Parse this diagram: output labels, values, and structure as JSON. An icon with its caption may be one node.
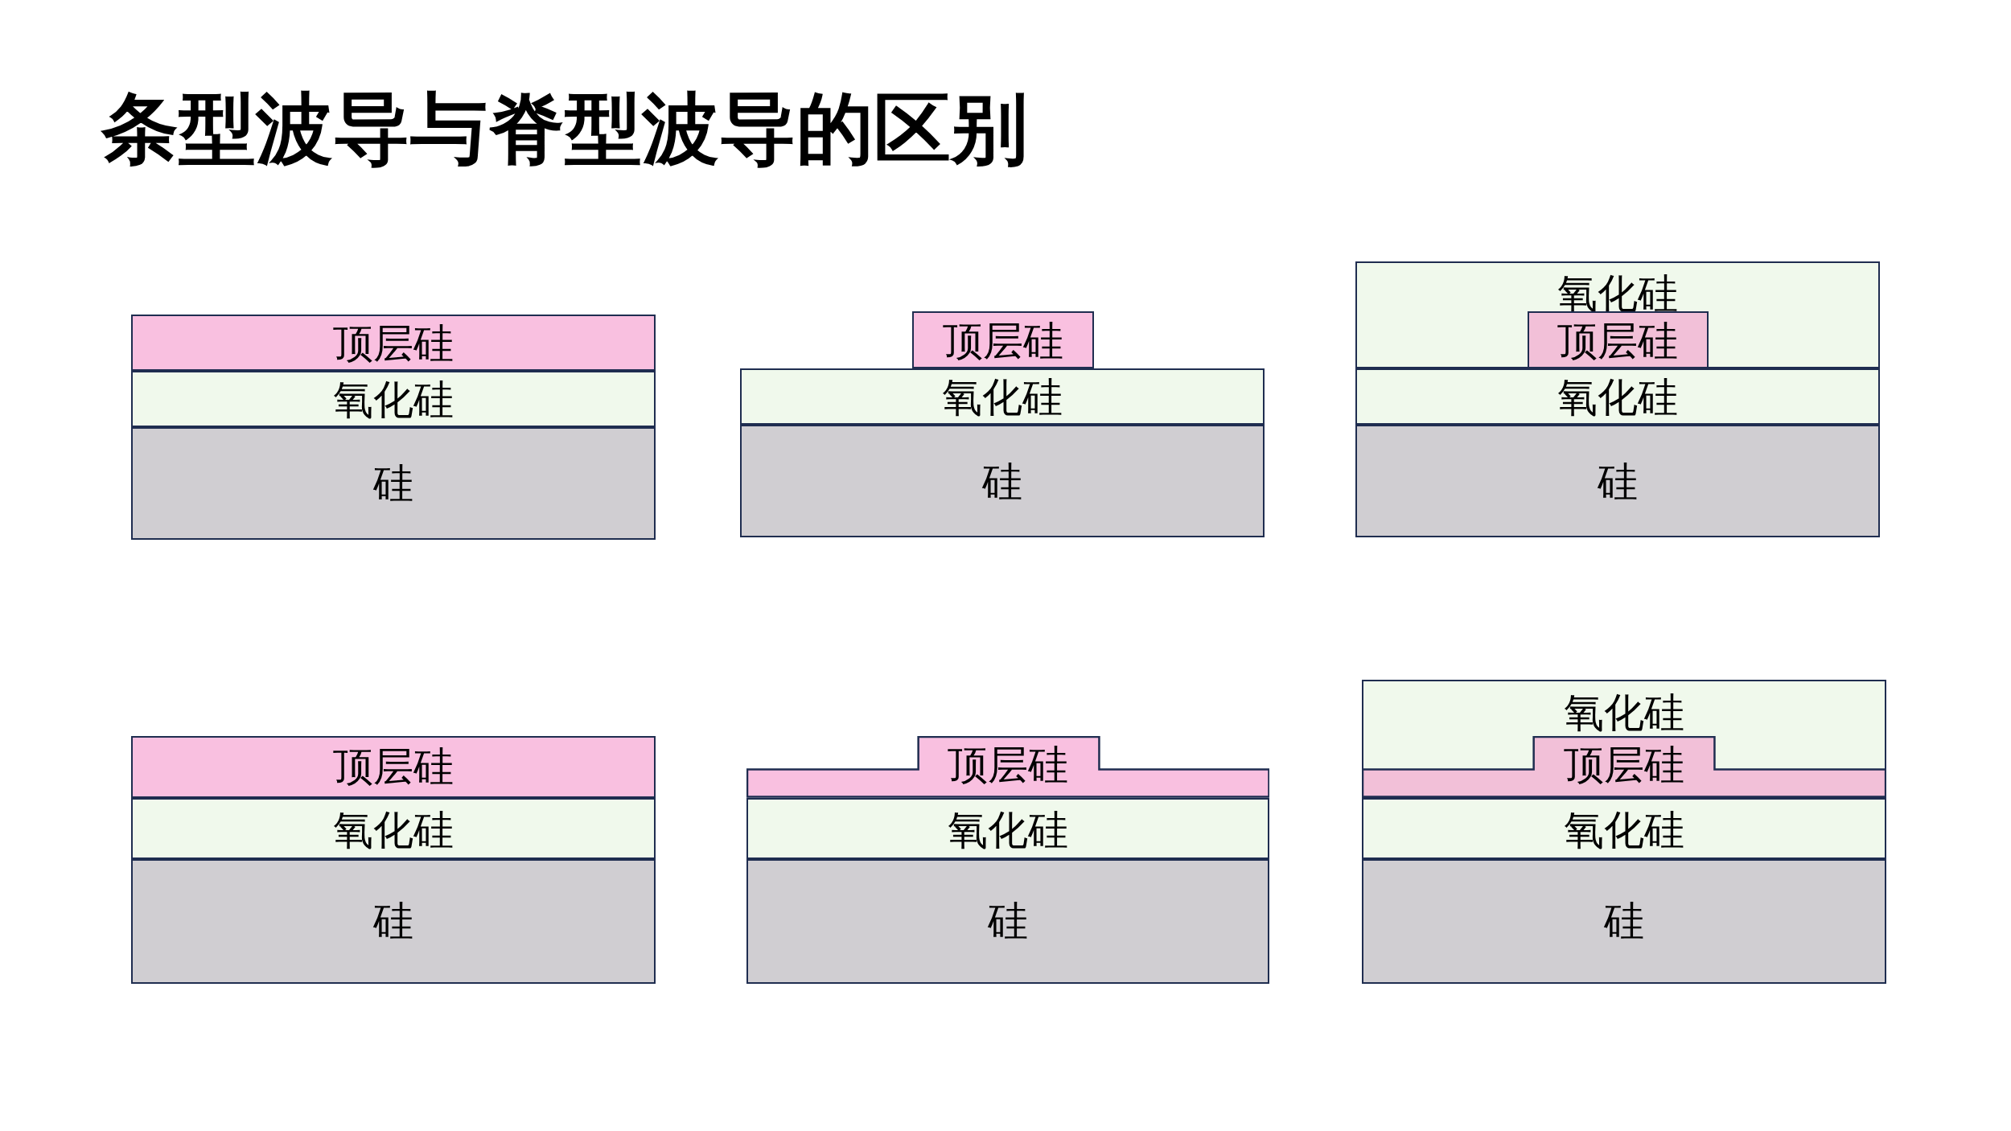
{
  "diagram": {
    "title": "条型波导与脊型波导的区别",
    "nodes": [
      {
        "text": [
          "顶层硅"
        ]
      },
      {
        "text": [
          "氧化硅"
        ]
      },
      {
        "text": [
          "硅"
        ]
      },
      {
        "text": [
          "顶层硅"
        ]
      },
      {
        "text": [
          "氧化硅"
        ]
      },
      {
        "text": [
          "硅"
        ]
      },
      {
        "text": [
          "氧化硅"
        ]
      },
      {
        "text": [
          "顶层硅"
        ],
        "in": 6
      },
      {
        "text": [
          "氧化硅"
        ]
      },
      {
        "text": [
          "硅"
        ]
      },
      {
        "text": [
          "顶层硅"
        ]
      },
      {
        "text": [
          "氧化硅"
        ]
      },
      {
        "text": [
          "硅"
        ]
      },
      {
        "text": [
          "顶层硅"
        ]
      },
      {
        "text": [
          "氧化硅"
        ]
      },
      {
        "text": [
          "硅"
        ]
      },
      {
        "text": [
          "氧化硅"
        ]
      },
      {
        "text": [
          "顶层硅"
        ],
        "in": 16
      },
      {
        "text": [
          "氧化硅"
        ]
      },
      {
        "text": [
          "硅"
        ]
      }
    ]
  }
}
